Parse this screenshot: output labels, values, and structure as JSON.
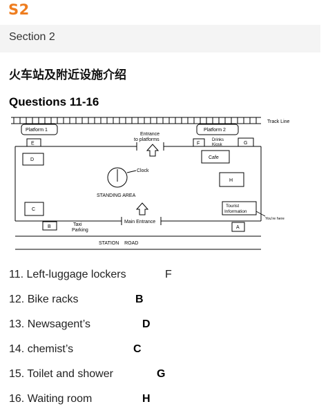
{
  "header": {
    "badge": "S2",
    "section": "Section 2"
  },
  "title_cn": "火车站及附近设施介绍",
  "questions_heading": "Questions 11-16",
  "map": {
    "track_line": "Track Line",
    "platform1": "Platform 1",
    "platform2": "Platform 2",
    "entrance_l1": "Entrance",
    "entrance_l2": "to platforms",
    "drinks_l1": "Drinks",
    "drinks_l2": "Kiosk",
    "cafe": "Cafe",
    "clock": "Clock",
    "standing_area": "STANDING AREA",
    "tourist_l1": "Tourist",
    "tourist_l2": "Information",
    "youre_here": "You're here",
    "taxi_l1": "Taxi",
    "taxi_l2": "Parking",
    "main_entrance": "Main Entrance",
    "station_road": "STATION    ROAD",
    "letters": {
      "A": "A",
      "B": "B",
      "C": "C",
      "D": "D",
      "E": "E",
      "F": "F",
      "G": "G",
      "H": "H"
    }
  },
  "items": [
    {
      "text": "11. Left-luggage lockers",
      "answer": "F"
    },
    {
      "text": "12. Bike racks",
      "answer": "B"
    },
    {
      "text": "13. Newsagent’s",
      "answer": "D"
    },
    {
      "text": "14. chemist’s",
      "answer": "C"
    },
    {
      "text": "15. Toilet and shower",
      "answer": "G"
    },
    {
      "text": "16. Waiting room",
      "answer": "H"
    }
  ]
}
